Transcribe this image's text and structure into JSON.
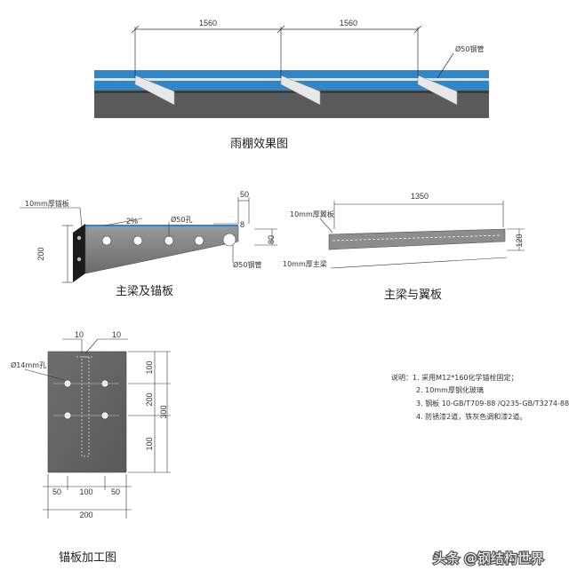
{
  "top": {
    "dim_left": "1560",
    "dim_right": "1560",
    "pipe_label": "Ø50钢管",
    "caption": "雨棚效果图"
  },
  "beam": {
    "plate_label": "10mm厚锚板",
    "dim_50": "50",
    "slope": "2%",
    "hole_label": "Ø50孔",
    "dim_8": "8",
    "dim_80": "80",
    "dim_200": "200",
    "pipe_label": "Ø50钢管",
    "caption": "主梁及锚板"
  },
  "wing": {
    "dim_1350": "1350",
    "wing_label": "10mm厚翼板",
    "dim_120": "120",
    "beam_label": "10mm厚主梁",
    "caption": "主梁与翼板"
  },
  "anchor": {
    "top_dim_1": "10",
    "top_dim_2": "10",
    "hole_label": "Ø14mm孔",
    "right_dim_top": "100",
    "right_dim_mid": "200",
    "right_dim_bot": "100",
    "right_dim_total": "300",
    "bottom_dim_left": "50",
    "bottom_dim_mid": "100",
    "bottom_dim_right": "50",
    "bottom_dim_total": "200",
    "caption": "锚板加工图"
  },
  "notes": [
    "说明：1. 采用M12*160化学锚栓固定；",
    "2. 10mm厚钢化玻璃",
    "3. 钢板 10-GB/T709-88 /Q235-GB/T3274-88",
    "4. 防锈漆2道，铁灰色调和漆2道。"
  ],
  "watermark": "头条 @钢结构世界",
  "colors": {
    "blue": "#2f86c8",
    "light_blue": "#b9dcf2",
    "dark": "#5a5a5a",
    "plate": "#6e6e6e"
  }
}
